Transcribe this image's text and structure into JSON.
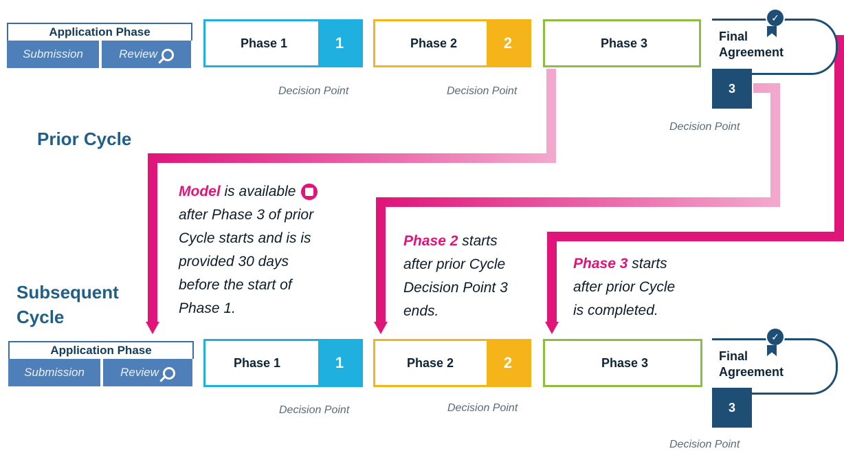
{
  "application_phase": {
    "title": "Application Phase",
    "submission": "Submission",
    "review": "Review"
  },
  "phases": {
    "phase1": {
      "label": "Phase 1",
      "num": "1"
    },
    "phase2": {
      "label": "Phase 2",
      "num": "2"
    },
    "phase3": {
      "label": "Phase 3"
    }
  },
  "final_agreement": {
    "line1": "Final",
    "line2": "Agreement",
    "num": "3"
  },
  "decision_point": "Decision Point",
  "labels": {
    "prior_cycle": "Prior Cycle",
    "subsequent_line1": "Subsequent",
    "subsequent_line2": "Cycle"
  },
  "notes": {
    "model": {
      "highlight": "Model",
      "lines": [
        "is available",
        "after Phase 3 of prior",
        "Cycle starts and is  is",
        "provided 30 days",
        "before the start of",
        "Phase 1."
      ]
    },
    "phase2": {
      "highlight": "Phase 2",
      "lines": [
        "starts",
        "after prior Cycle",
        "Decision Point 3",
        "ends."
      ]
    },
    "phase3": {
      "highlight": "Phase 3",
      "lines": [
        "starts",
        "after prior Cycle",
        "is completed."
      ]
    }
  },
  "colors": {
    "pink": "#e0157a",
    "phase1": "#1fb0e0",
    "phase2": "#f4b41a",
    "phase3": "#8cbf3f",
    "navy": "#1f4e74",
    "cycle_text": "#1f5f88"
  }
}
